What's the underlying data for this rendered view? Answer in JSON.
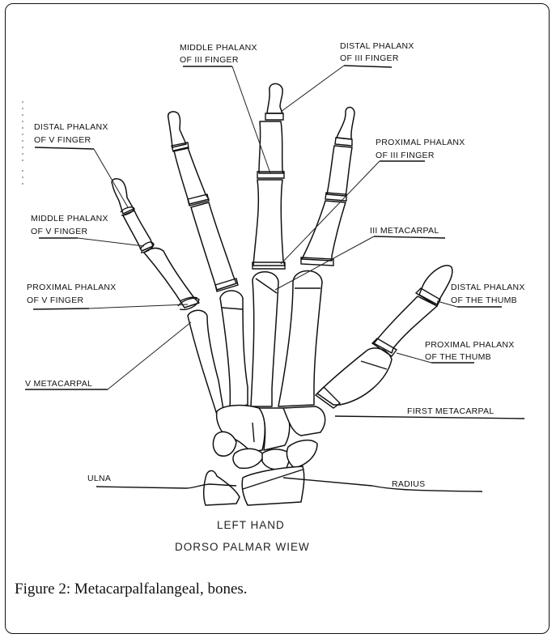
{
  "figure": {
    "caption_label": "Figure 2:",
    "caption_text": " Metacarpalfalangeal, bones."
  },
  "diagram": {
    "title_line1": "LEFT HAND",
    "title_line2": "DORSO PALMAR WIEW",
    "labels": {
      "middle_phalanx_iii": [
        "MIDDLE PHALANX",
        "OF III FINGER"
      ],
      "distal_phalanx_iii": [
        "DISTAL PHALANX",
        "OF III FINGER"
      ],
      "distal_phalanx_v": [
        "DISTAL PHALANX",
        "OF V FINGER"
      ],
      "proximal_phalanx_iii": [
        "PROXIMAL PHALANX",
        "OF III FINGER"
      ],
      "middle_phalanx_v": [
        "MIDDLE PHALANX",
        "OF V FINGER"
      ],
      "iii_metacarpal": [
        "III METACARPAL"
      ],
      "proximal_phalanx_v": [
        "PROXIMAL PHALANX",
        "OF V FINGER"
      ],
      "distal_phalanx_thumb": [
        "DISTAL PHALANX",
        "OF THE THUMB"
      ],
      "proximal_phalanx_thumb": [
        "PROXIMAL PHALANX",
        "OF THE THUMB"
      ],
      "v_metacarpal": [
        "V METACARPAL"
      ],
      "first_metacarpal": [
        "FIRST METACARPAL"
      ],
      "ulna": [
        "ULNA"
      ],
      "radius": [
        "RADIUS"
      ]
    }
  }
}
